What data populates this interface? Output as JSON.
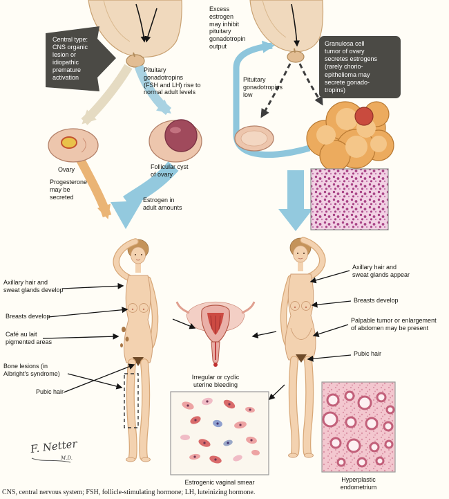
{
  "callouts": {
    "central_type": "Central type:\nCNS organic\nlesion or\nidiopathic\npremature\nactivation",
    "granulosa_tumor": "Granulosa cell\ntumor of ovary\nsecretes estrogens\n(rarely chorio-\nepithelioma may\nsecrete gonado-\ntropins)"
  },
  "flow": {
    "excess_estrogen": "Excess\nestrogen\nmay inhibit\npituitary\ngonadotropin\noutput",
    "gonadotropins_rise": "Pituitary\ngonadotropins\n(FSH and LH) rise to\nnormal adult levels",
    "gonadotropins_low": "Pituitary\ngonadotropins\nlow",
    "ovary": "Ovary",
    "follicular_cyst": "Follicular cyst\nof ovary",
    "progesterone": "Progesterone\nmay be\nsecreted",
    "estrogen_adult": "Estrogen in\nadult amounts"
  },
  "left_girl": {
    "axillary": "Axillary hair and\nsweat glands develop",
    "breasts": "Breasts develop",
    "cafe_au_lait": "Café au lait\npigmented areas",
    "bone_lesions": "Bone lesions (in\nAlbright's syndrome)",
    "pubic_hair": "Pubic hair"
  },
  "right_girl": {
    "axillary": "Axillary hair and\nsweat glands appear",
    "breasts": "Breasts develop",
    "palpable_tumor": "Palpable tumor or enlargement\nof abdomen may be present",
    "pubic_hair": "Pubic hair"
  },
  "center": {
    "uterine_bleeding": "Irregular or cyclic\nuterine bleeding",
    "vaginal_smear": "Estrogenic vaginal smear",
    "endometrium": "Hyperplastic\nendometrium"
  },
  "signature": {
    "name": "F. Netter",
    "suffix": "M.D."
  },
  "footer": {
    "caption": "CNS, central nervous system; FSH, follicle-stimulating hormone; LH, luteinizing hormone."
  },
  "colors": {
    "dark_callout": "#4b4a45",
    "flow_blue": "#93c9de",
    "flow_blue_light": "#a9d2e2",
    "flow_beige": "#e5dbc2",
    "flow_orange": "#eab475",
    "skin": "#f3d2b0",
    "histology_magenta": "#a84386",
    "histology_pink": "#f3c7cf"
  }
}
